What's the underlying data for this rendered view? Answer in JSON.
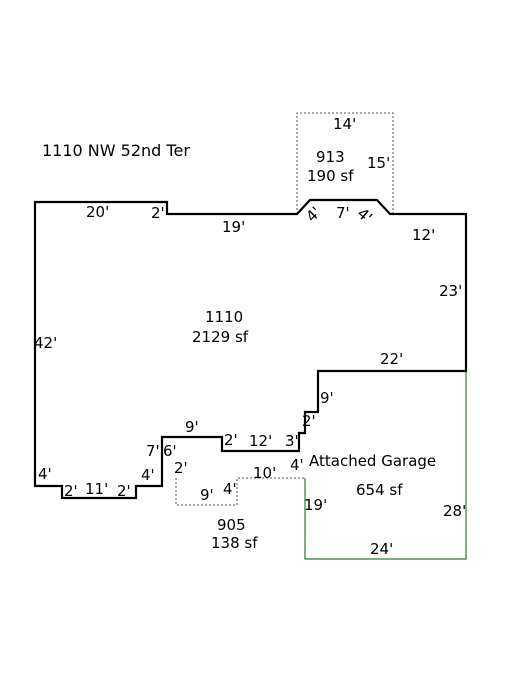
{
  "address": "1110 NW 52nd Ter",
  "areas": {
    "main": {
      "code": "1110",
      "size": "2129 sf"
    },
    "upper_addition": {
      "code": "913",
      "size": "190 sf"
    },
    "lower_addition": {
      "code": "905",
      "size": "138 sf"
    },
    "garage": {
      "name": "Attached Garage",
      "size": "654 sf"
    }
  },
  "dimensions": {
    "main_top_left": "20'",
    "main_step_top": "2'",
    "main_top_mid": "19'",
    "bay_left": "4'",
    "bay_top": "7'",
    "bay_right": "4'",
    "main_top_right": "12'",
    "main_right": "23'",
    "main_left": "42'",
    "garage_top": "22'",
    "garage_step": "9'",
    "step_2": "2'",
    "step_3": "3'",
    "seg_12": "12'",
    "seg_2b": "2'",
    "seg_9": "9'",
    "seg_6": "6'",
    "seg_7": "7'",
    "seg_4a": "4'",
    "seg_4b": "4'",
    "bottom_2a": "2'",
    "bottom_11": "11'",
    "bottom_2b": "2'",
    "garage_left_4": "4'",
    "lower_2": "2'",
    "lower_9": "9'",
    "lower_4": "4'",
    "lower_10": "10'",
    "upper_top": "14'",
    "upper_right": "15'",
    "garage_left": "19'",
    "garage_right": "28'",
    "garage_bottom": "24'"
  },
  "colors": {
    "main_outline": "#000000",
    "garage_outline": "#2e7d32",
    "addition_outline": "#555555"
  }
}
